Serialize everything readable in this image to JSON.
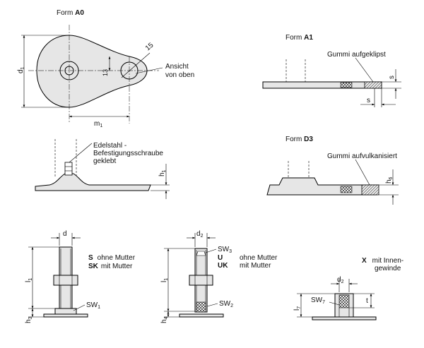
{
  "form_a0": {
    "prefix": "Form ",
    "code": "A0"
  },
  "form_a1": {
    "prefix": "Form ",
    "code": "A1"
  },
  "form_d3": {
    "prefix": "Form ",
    "code": "D3"
  },
  "view_note": {
    "line1": "Ansicht",
    "line2": "von oben"
  },
  "rubber_clipped": "Gummi aufgeklipst",
  "rubber_vulcanized": "Gummi aufvulkanisiert",
  "screw_note": {
    "line1": "Edelstahl -",
    "line2": "Befestigungsschraube",
    "line3": "geklebt"
  },
  "dims": {
    "d1": {
      "base": "d",
      "sub": "1"
    },
    "m1": {
      "base": "m",
      "sub": "1"
    },
    "hole_dia": "15",
    "hole_offset": "13",
    "s_top": "s",
    "s_bottom": "s",
    "h1": {
      "base": "h",
      "sub": "1"
    },
    "h6": {
      "base": "h",
      "sub": "6"
    },
    "d": "d",
    "l1_a": {
      "base": "l",
      "sub": "1"
    },
    "h3": {
      "base": "h",
      "sub": "3"
    },
    "sw1": {
      "base": "SW",
      "sub": "1"
    },
    "d2_a": {
      "base": "d",
      "sub": "2"
    },
    "sw3": {
      "base": "SW",
      "sub": "3"
    },
    "l1_b": {
      "base": "l",
      "sub": "1"
    },
    "h4": {
      "base": "h",
      "sub": "4"
    },
    "sw2": {
      "base": "SW",
      "sub": "2"
    },
    "d2_b": {
      "base": "d",
      "sub": "2"
    },
    "sw7": {
      "base": "SW",
      "sub": "7"
    },
    "l7": {
      "base": "l",
      "sub": "7"
    },
    "t": "t"
  },
  "variants_s": [
    {
      "code": "S",
      "text": "ohne Mutter"
    },
    {
      "code": "SK",
      "text": "mit Mutter"
    }
  ],
  "variants_u": [
    {
      "code": "U",
      "text": "ohne Mutter"
    },
    {
      "code": "UK",
      "text": "mit Mutter"
    }
  ],
  "variant_x": {
    "code": "X",
    "text_line1": "mit Innen-",
    "text_line2": "gewinde"
  }
}
